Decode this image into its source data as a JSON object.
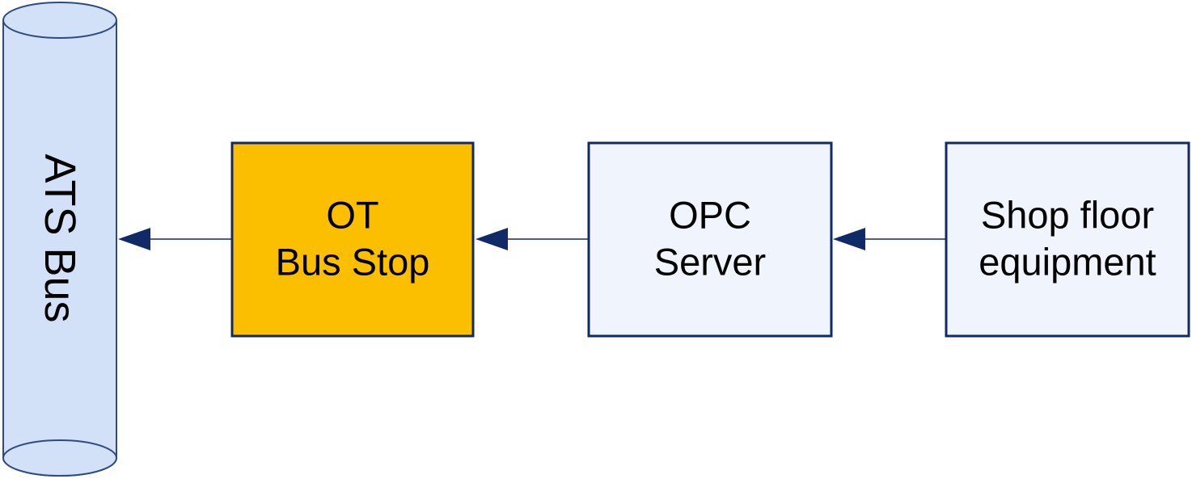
{
  "colors": {
    "bus_fill": "#d3e1f8",
    "bus_stroke": "#2c4a86",
    "box_stroke": "#0f2a66",
    "highlight_fill": "#fbbf00",
    "box_fill": "#eff4fd",
    "arrow": "#0f2a66"
  },
  "bus": {
    "label": "ATS Bus"
  },
  "nodes": [
    {
      "id": "ot-bus-stop",
      "lines": [
        "OT",
        "Bus Stop"
      ],
      "highlighted": true
    },
    {
      "id": "opc-server",
      "lines": [
        "OPC",
        "Server"
      ],
      "highlighted": false
    },
    {
      "id": "shop-floor-equipment",
      "lines": [
        "Shop floor",
        "equipment"
      ],
      "highlighted": false
    }
  ]
}
